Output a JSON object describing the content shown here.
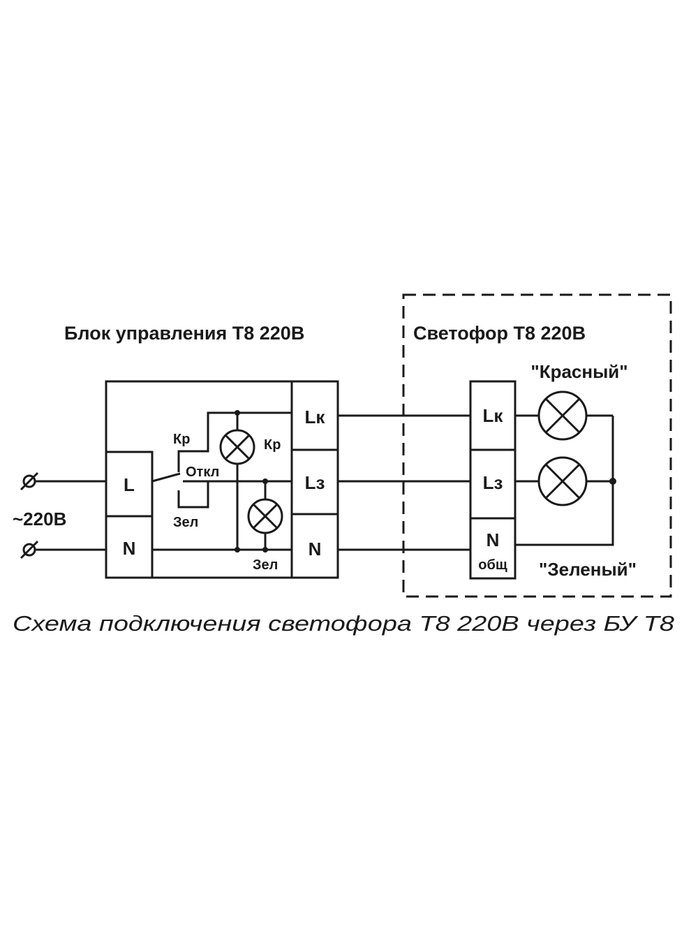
{
  "control_block": {
    "title": "Блок управления Т8 220В",
    "terminals_left": [
      "L",
      "N"
    ],
    "terminals_right": [
      "Lк",
      "Lз",
      "N"
    ],
    "switch_labels": {
      "red": "Кр",
      "off": "Откл",
      "green": "Зел"
    },
    "lamp_labels": {
      "red": "Кр",
      "green": "Зел"
    }
  },
  "supply": {
    "label": "~220В"
  },
  "traffic_light": {
    "title": "Светофор Т8  220В",
    "terminals": [
      "Lк",
      "Lз",
      "N"
    ],
    "common_label": "общ",
    "lamp_labels": {
      "red": "\"Красный\"",
      "green": "\"Зеленый\""
    }
  },
  "caption": "Схема подключения светофора Т8 220В через БУ Т8"
}
